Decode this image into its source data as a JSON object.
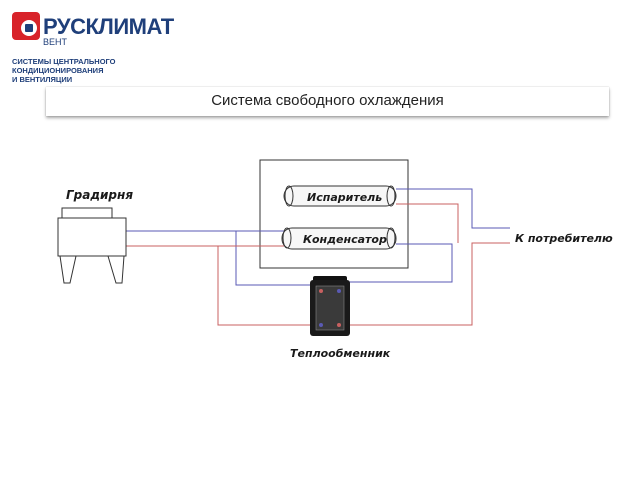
{
  "brand": {
    "name": "РУСКЛИМАТ",
    "sub": "ВЕНТ",
    "tagline": [
      "СИСТЕМЫ ЦЕНТРАЛЬНОГО",
      "КОНДИЦИОНИРОВАНИЯ",
      "И ВЕНТИЛЯЦИИ"
    ],
    "colors": {
      "blue": "#1f3f7a",
      "red": "#d8232a"
    }
  },
  "title": "Система свободного охлаждения",
  "diagram": {
    "labels": {
      "cooling_tower": "Градирня",
      "evaporator": "Испаритель",
      "condenser": "Конденсатор",
      "consumer": "К потребителю",
      "heat_exchanger": "Теплообменник"
    },
    "colors": {
      "supply_line": "#5a5ab4",
      "return_line": "#c86060",
      "outline": "#333333"
    }
  }
}
